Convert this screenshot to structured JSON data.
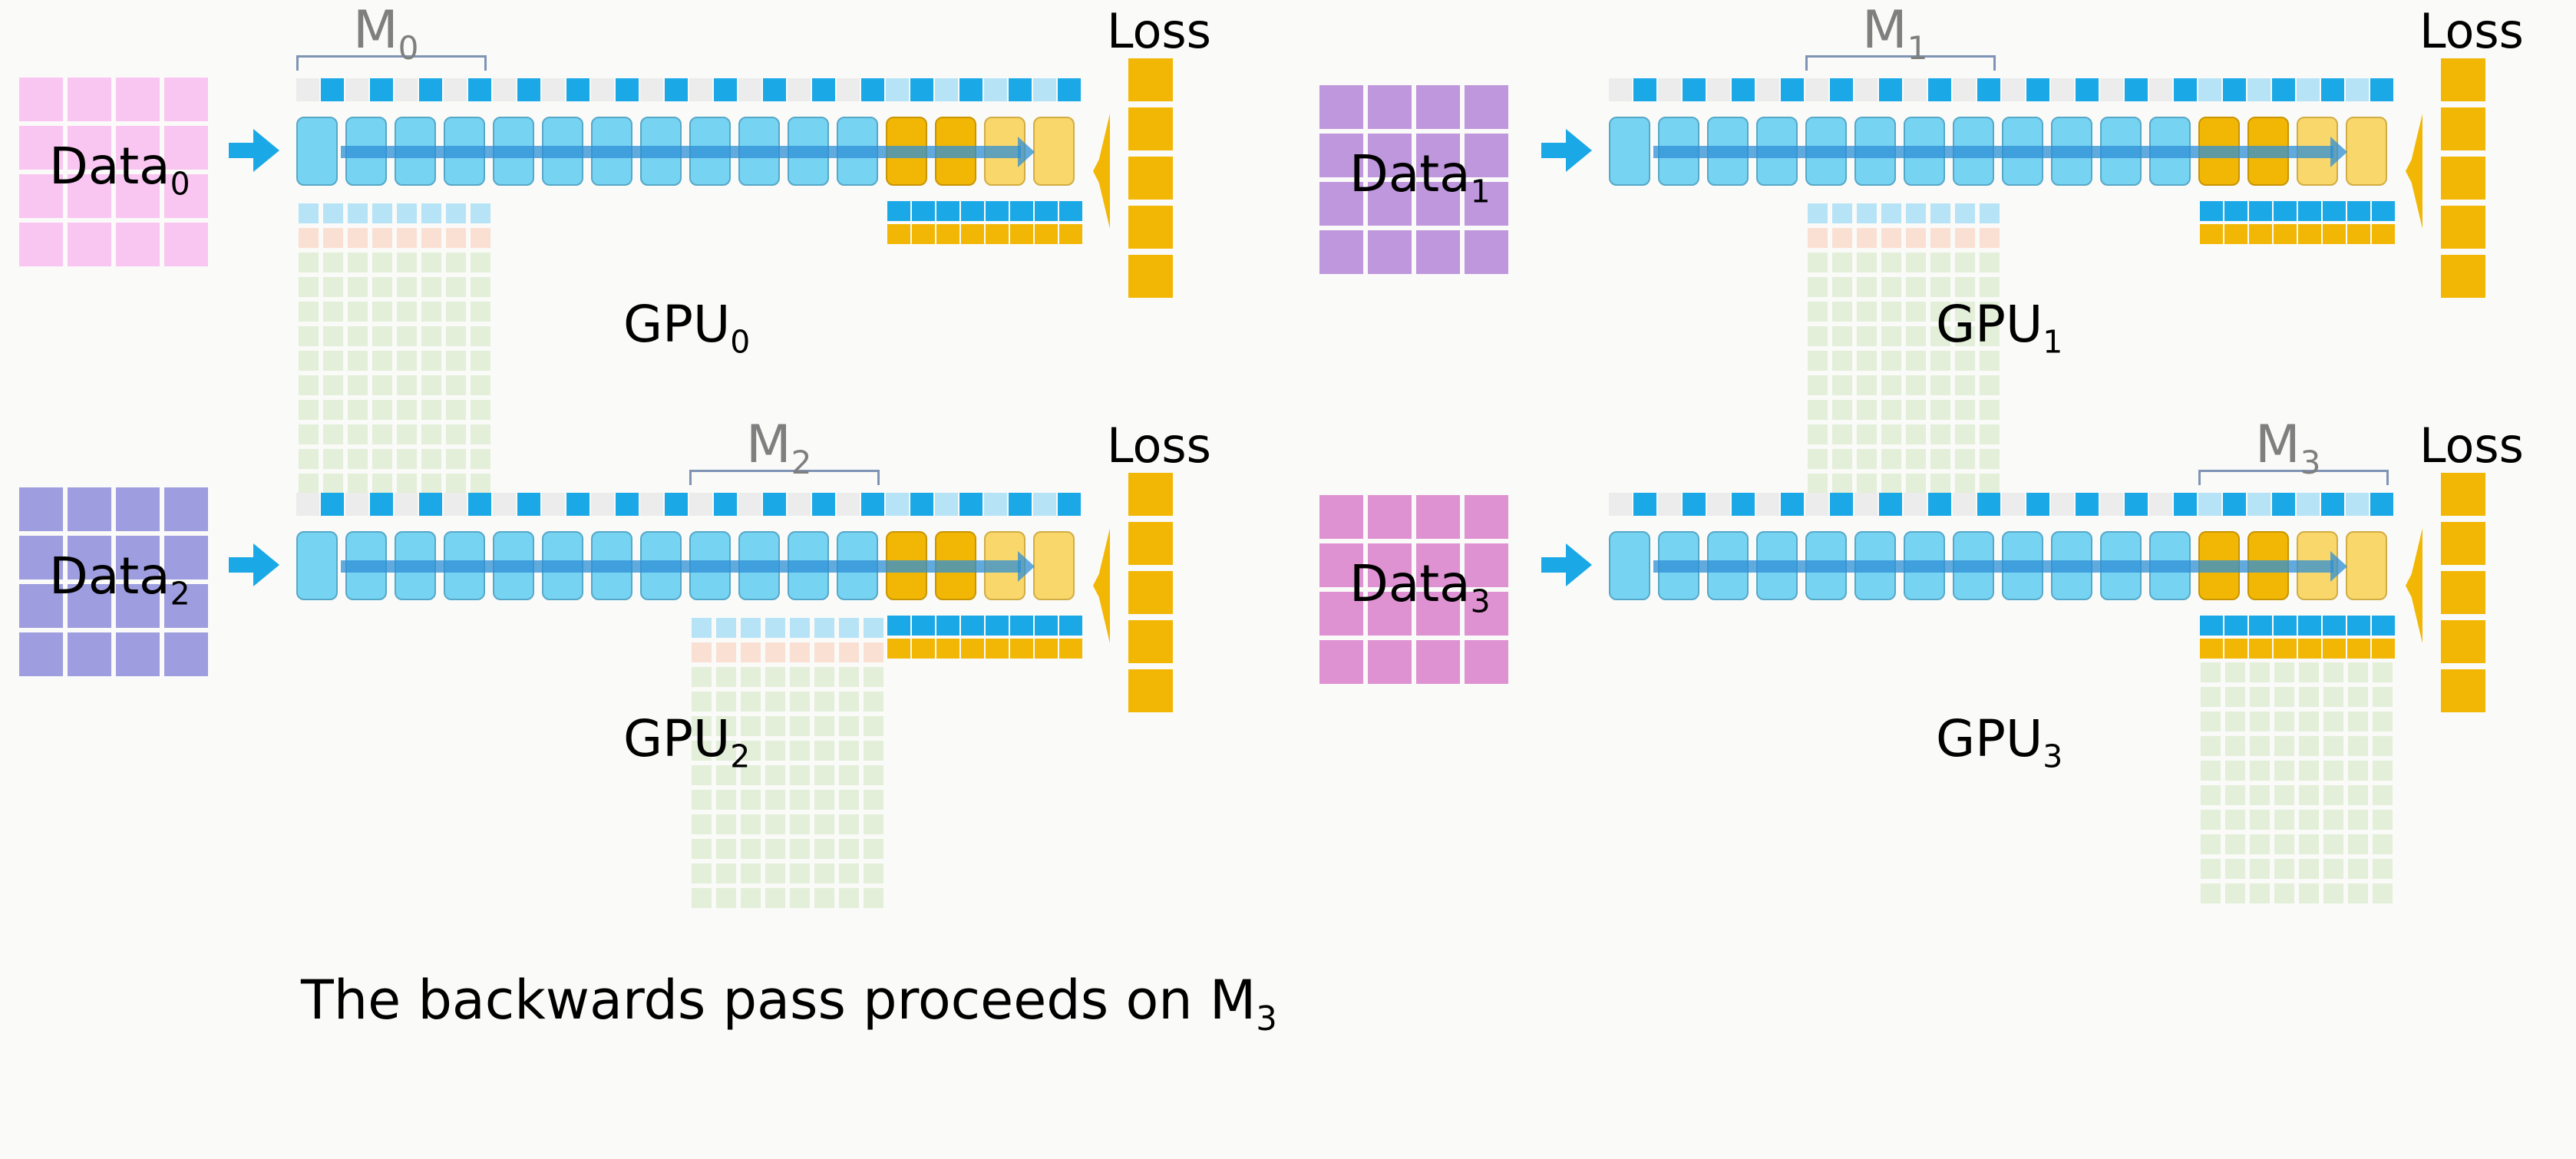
{
  "colors": {
    "layer_blue": "#77d3f2",
    "layer_blue_border": "#56a8c8",
    "layer_yellow": "#f2b705",
    "layer_light_yellow": "#f9d76a",
    "param_blue": "#1aa9e6",
    "param_light": "#b7e3f7",
    "param_gray": "#ececec",
    "optimizer_green": "#e3efd8",
    "optimizer_peach": "#fae0d3",
    "loss_yellow": "#f2b705",
    "flow_arrow": "#2e8fd6",
    "input_arrow": "#1aa9e6",
    "bracket": "#7f93b5"
  },
  "panels": [
    {
      "id": "gpu0",
      "data_label": {
        "base": "Data",
        "sub": "0"
      },
      "gpu_label": {
        "base": "GPU",
        "sub": "0"
      },
      "model_label": {
        "base": "M",
        "sub": "0"
      },
      "loss_label": "Loss",
      "data_color": "#f9c6f1",
      "shard_index": 0,
      "yellow_layers": 4,
      "light_yellow_layers": 2
    },
    {
      "id": "gpu1",
      "data_label": {
        "base": "Data",
        "sub": "1"
      },
      "gpu_label": {
        "base": "GPU",
        "sub": "1"
      },
      "model_label": {
        "base": "M",
        "sub": "1"
      },
      "loss_label": "Loss",
      "data_color": "#bf97dd",
      "shard_index": 1,
      "yellow_layers": 4,
      "light_yellow_layers": 2
    },
    {
      "id": "gpu2",
      "data_label": {
        "base": "Data",
        "sub": "2"
      },
      "gpu_label": {
        "base": "GPU",
        "sub": "2"
      },
      "model_label": {
        "base": "M",
        "sub": "2"
      },
      "loss_label": "Loss",
      "data_color": "#9d9de0",
      "shard_index": 2,
      "yellow_layers": 4,
      "light_yellow_layers": 2
    },
    {
      "id": "gpu3",
      "data_label": {
        "base": "Data",
        "sub": "3"
      },
      "gpu_label": {
        "base": "GPU",
        "sub": "3"
      },
      "model_label": {
        "base": "M",
        "sub": "3"
      },
      "loss_label": "Loss",
      "data_color": "#df92d2",
      "shard_index": 3,
      "yellow_layers": 4,
      "light_yellow_layers": 2
    }
  ],
  "caption": {
    "text": "The backwards pass proceeds on M",
    "sub": "3"
  }
}
